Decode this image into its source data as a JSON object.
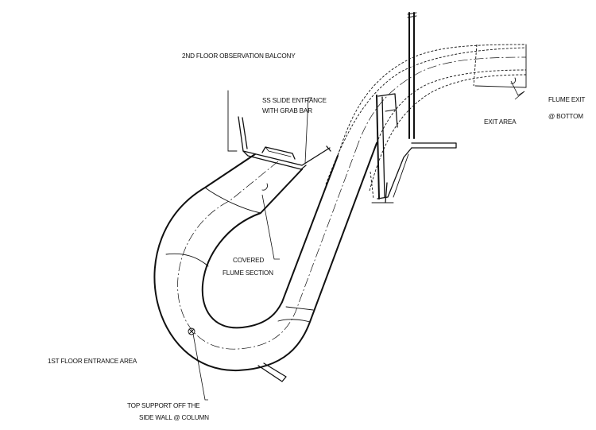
{
  "labels": {
    "balcony": "2ND FLOOR OBSERVATION BALCONY",
    "entrance_line1": "SS SLIDE ENTRANCE",
    "entrance_line2": "WITH GRAB BAR",
    "exit_area": "EXIT AREA",
    "flume_exit_line1": "FLUME EXIT",
    "flume_exit_line2": "@ BOTTOM",
    "covered_line1": "COVERED",
    "covered_line2": "FLUME SECTION",
    "first_floor": "1ST FLOOR ENTRANCE AREA",
    "support_line1": "TOP SUPPORT OFF THE",
    "support_line2": "SIDE WALL @ COLUMN"
  }
}
